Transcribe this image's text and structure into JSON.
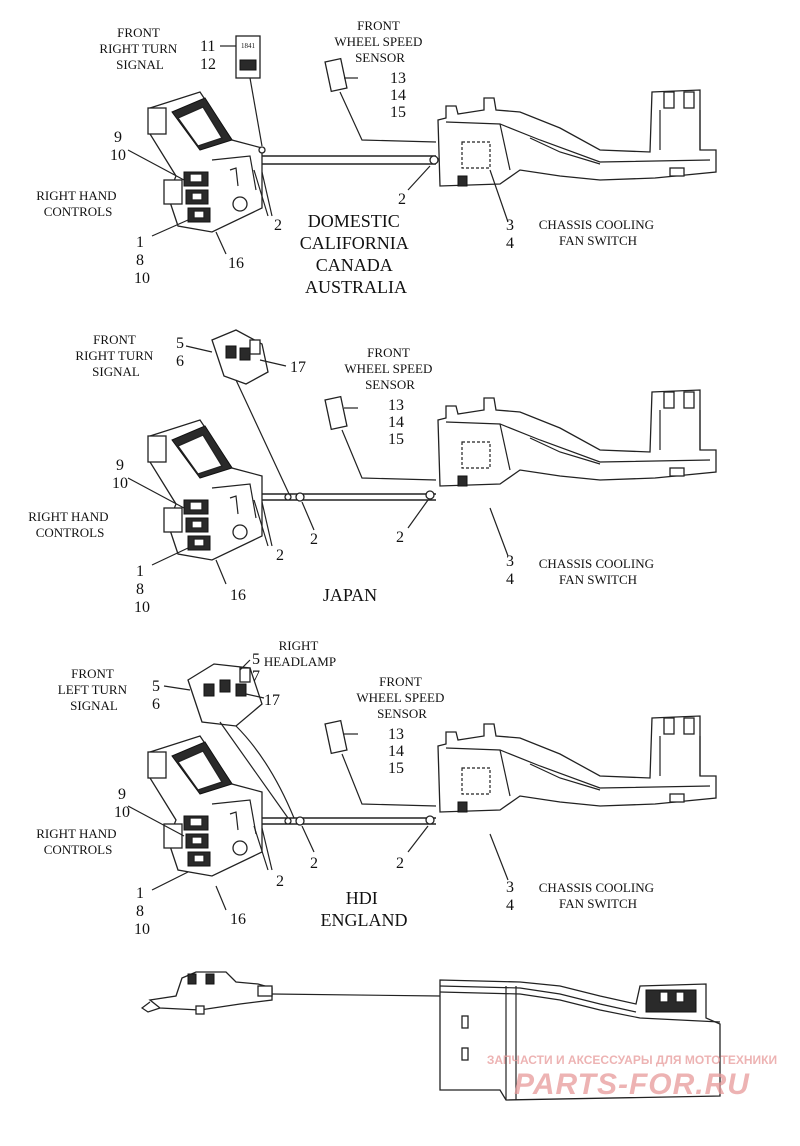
{
  "panels": [
    {
      "turn_signal": [
        "FRONT",
        "RIGHT TURN",
        "SIGNAL"
      ],
      "turn_refs": [
        "11",
        "12"
      ],
      "sensor": [
        "FRONT",
        "WHEEL SPEED",
        "SENSOR"
      ],
      "sensor_refs": [
        "13",
        "14",
        "15"
      ],
      "controls": [
        "RIGHT HAND",
        "CONTROLS"
      ],
      "refs_9_10": [
        "9",
        "10"
      ],
      "refs_1_8_10": [
        "1",
        "8",
        "10"
      ],
      "ref_16": "16",
      "ref_2a": "2",
      "ref_2b": "2",
      "fan_refs": [
        "3",
        "4"
      ],
      "fan_switch": [
        "CHASSIS COOLING",
        "FAN SWITCH"
      ],
      "region": [
        "DOMESTIC",
        "CALIFORNIA",
        "CANADA",
        "AUSTRALIA"
      ],
      "module_label": "1841"
    },
    {
      "turn_signal": [
        "FRONT",
        "RIGHT TURN",
        "SIGNAL"
      ],
      "turn_refs": [
        "5",
        "6"
      ],
      "ref_17": "17",
      "sensor": [
        "FRONT",
        "WHEEL SPEED",
        "SENSOR"
      ],
      "sensor_refs": [
        "13",
        "14",
        "15"
      ],
      "controls": [
        "RIGHT HAND",
        "CONTROLS"
      ],
      "refs_9_10": [
        "9",
        "10"
      ],
      "refs_1_8_10": [
        "1",
        "8",
        "10"
      ],
      "ref_16": "16",
      "ref_2a": "2",
      "ref_2b": "2",
      "ref_2c": "2",
      "fan_refs": [
        "3",
        "4"
      ],
      "fan_switch": [
        "CHASSIS COOLING",
        "FAN SWITCH"
      ],
      "region": [
        "JAPAN"
      ]
    },
    {
      "turn_signal": [
        "FRONT",
        "LEFT TURN",
        "SIGNAL"
      ],
      "turn_refs": [
        "5",
        "6"
      ],
      "headlamp": [
        "RIGHT",
        "HEADLAMP"
      ],
      "headlamp_refs": [
        "5",
        "7"
      ],
      "ref_17": "17",
      "sensor": [
        "FRONT",
        "WHEEL SPEED",
        "SENSOR"
      ],
      "sensor_refs": [
        "13",
        "14",
        "15"
      ],
      "controls": [
        "RIGHT HAND",
        "CONTROLS"
      ],
      "refs_9_10": [
        "9",
        "10"
      ],
      "refs_1_8_10": [
        "1",
        "8",
        "10"
      ],
      "ref_16": "16",
      "ref_2a": "2",
      "ref_2b": "2",
      "ref_2c": "2",
      "fan_refs": [
        "3",
        "4"
      ],
      "fan_switch": [
        "CHASSIS COOLING",
        "FAN SWITCH"
      ],
      "region": [
        "HDI",
        "ENGLAND"
      ]
    }
  ],
  "watermark": {
    "line1": "ЗАПЧАСТИ И АКСЕССУАРЫ ДЛЯ МОТОТЕХНИКИ",
    "line2": "PARTS-FOR.RU",
    "color": "#e79a9a"
  }
}
